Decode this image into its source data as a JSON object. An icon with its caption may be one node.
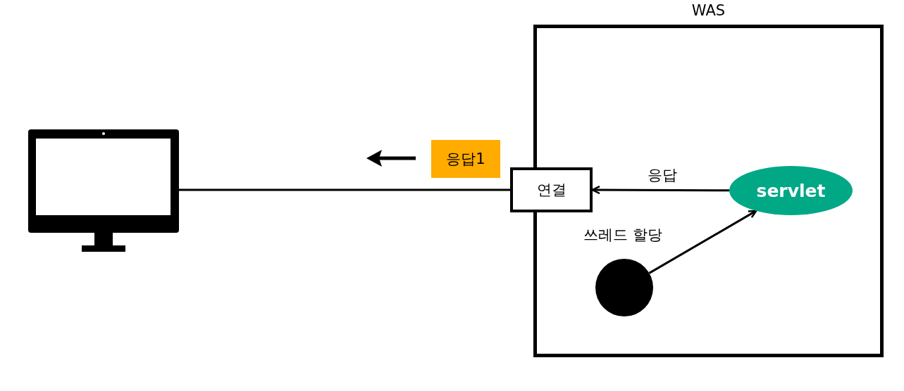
{
  "diagram": {
    "nodes": [
      {
        "text": [
          "WAS"
        ]
      },
      {
        "text": [
          "연결"
        ],
        "in": 0
      },
      {
        "text": [
          "servlet"
        ],
        "in": 0
      },
      {
        "text": [],
        "shape": "circle",
        "in": 0
      },
      {
        "text": [],
        "shape": "monitor"
      },
      {
        "text": [
          "응답1"
        ]
      }
    ],
    "edges": [
      {
        "from": 4,
        "to": 1,
        "arrow": "none"
      },
      {
        "from": 2,
        "to": 1,
        "arrow": "to",
        "label": "응답"
      },
      {
        "from": 3,
        "to": 2,
        "arrow": "to",
        "label": "쓰레드 할당"
      }
    ]
  }
}
